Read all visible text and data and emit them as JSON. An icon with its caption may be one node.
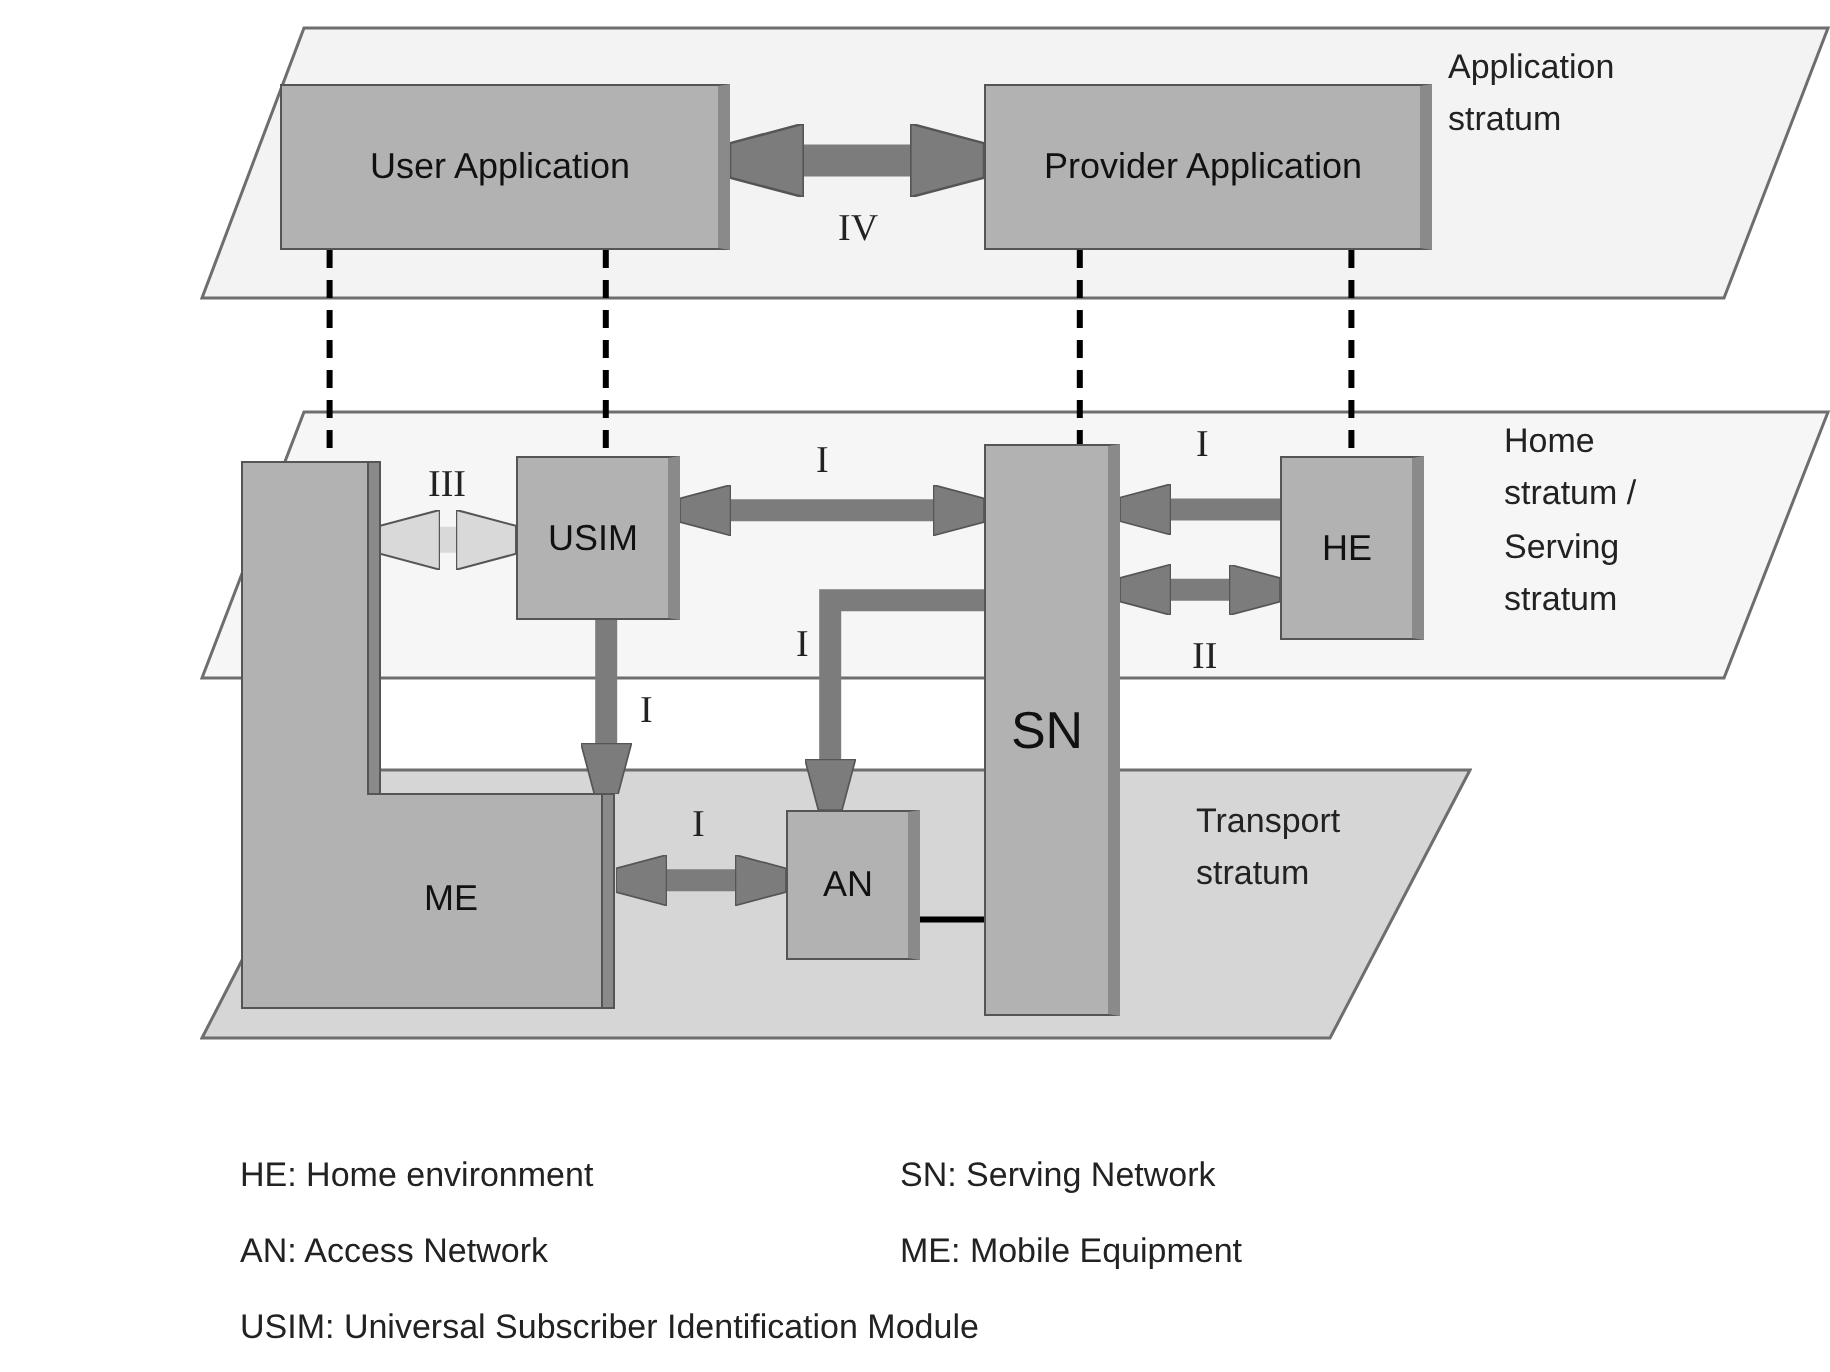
{
  "diagram": {
    "nodes": [
      {
        "text": [
          "Application stratum"
        ]
      },
      {
        "text": [
          "User Application"
        ],
        "in": 0
      },
      {
        "text": [
          "Provider Application"
        ],
        "in": 0
      },
      {
        "text": [
          "Home stratum / Serving stratum"
        ]
      },
      {
        "text": [
          "USIM"
        ],
        "in": 3
      },
      {
        "text": [
          "HE"
        ],
        "in": 3
      },
      {
        "text": [
          "Transport stratum"
        ]
      },
      {
        "text": [
          "ME"
        ]
      },
      {
        "text": [
          "AN"
        ],
        "in": 6
      },
      {
        "text": [
          "SN"
        ]
      }
    ],
    "edges": [
      {
        "from": 1,
        "to": 2,
        "arrow": "both",
        "label": "IV"
      },
      {
        "from": 1,
        "to": 7,
        "arrow": "none",
        "style": "dashed",
        "color": "#000000"
      },
      {
        "from": 1,
        "to": 4,
        "arrow": "none",
        "style": "dashed",
        "color": "#000000"
      },
      {
        "from": 2,
        "to": 9,
        "arrow": "none",
        "style": "dashed",
        "color": "#000000"
      },
      {
        "from": 2,
        "to": 5,
        "arrow": "none",
        "style": "dashed",
        "color": "#000000"
      },
      {
        "from": 7,
        "to": 4,
        "arrow": "both",
        "label": "III",
        "color": "#d9d9d9"
      },
      {
        "from": 4,
        "to": 9,
        "arrow": "both",
        "label": "I"
      },
      {
        "from": 5,
        "to": 9,
        "arrow": "to",
        "label": "I"
      },
      {
        "from": 9,
        "to": 5,
        "arrow": "both",
        "label": "II"
      },
      {
        "from": 4,
        "to": 7,
        "arrow": "to",
        "label": "I"
      },
      {
        "from": 9,
        "to": 8,
        "arrow": "to",
        "label": "I"
      },
      {
        "from": 7,
        "to": 8,
        "arrow": "both",
        "label": "I"
      },
      {
        "from": 8,
        "to": 9,
        "arrow": "none",
        "color": "#000000"
      }
    ],
    "labels": [
      "HE: Home environment",
      "SN: Serving Network",
      "AN: Access Network",
      "ME: Mobile Equipment",
      "USIM: Universal Subscriber Identification Module"
    ]
  }
}
